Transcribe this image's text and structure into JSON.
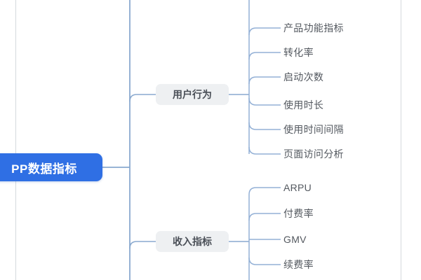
{
  "mindmap": {
    "root": {
      "label": "PP数据指标",
      "color": "#2f6fe4",
      "text_color": "#ffffff"
    },
    "branch_color": "#eef0f2",
    "connector_color": "#8aa9cf",
    "branches": [
      {
        "label": "用户行为",
        "leaves": [
          "产品功能指标",
          "转化率",
          "启动次数",
          "使用时长",
          "使用时间间隔",
          "页面访问分析"
        ]
      },
      {
        "label": "收入指标",
        "leaves": [
          "ARPU",
          "付费率",
          "GMV",
          "续费率"
        ]
      }
    ]
  }
}
